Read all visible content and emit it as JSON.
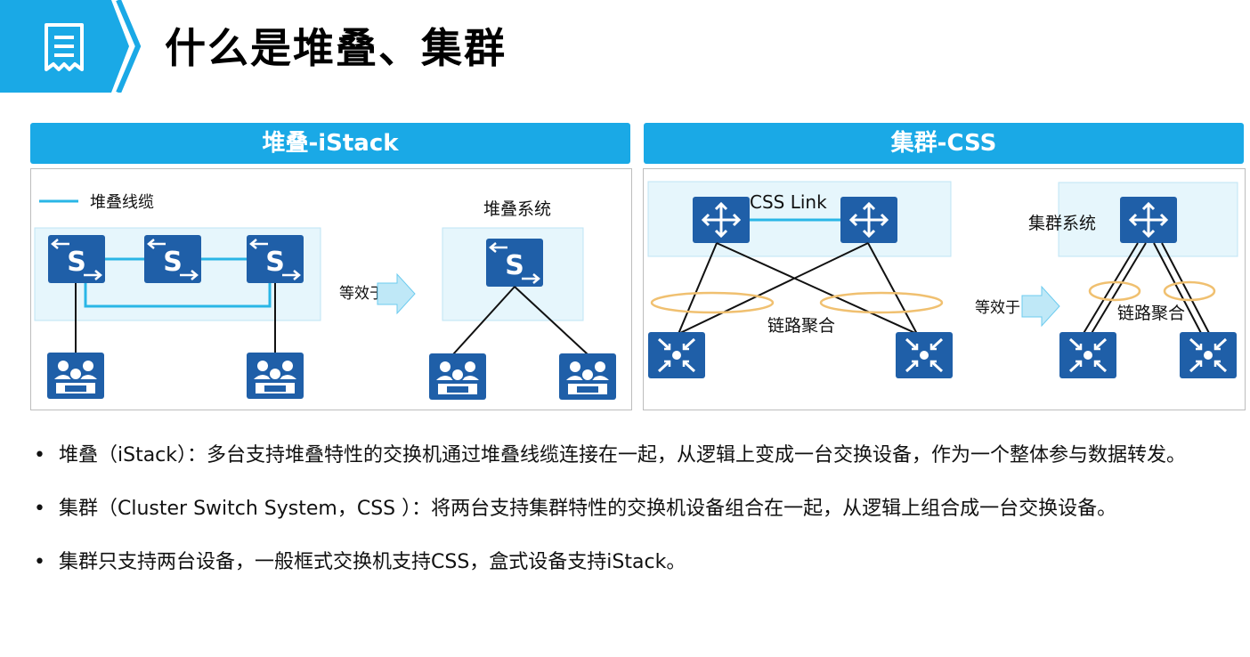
{
  "header": {
    "title": "什么是堆叠、集群"
  },
  "panels": {
    "istack": {
      "title": "堆叠-iStack",
      "legend": "堆叠线缆",
      "equivalent": "等效于",
      "system_label": "堆叠系统",
      "switch_letter": "S"
    },
    "css": {
      "title": "集群-CSS",
      "link_label": "CSS Link",
      "aggregation_label": "链路聚合",
      "equivalent": "等效于",
      "system_label": "集群系统",
      "aggregation_label_2": "链路聚合"
    }
  },
  "bullets": [
    "堆叠（iStack）：多台支持堆叠特性的交换机通过堆叠线缆连接在一起，从逻辑上变成一台交换设备，作为一个整体参与数据转发。",
    "集群（Cluster Switch System，CSS ）：将两台支持集群特性的交换机设备组合在一起，从逻辑上组合成一台交换设备。",
    "集群只支持两台设备，一般框式交换机支持CSS，盒式设备支持iStack。"
  ],
  "colors": {
    "accent": "#1aa9e6",
    "device": "#1f5fa8",
    "cable": "#29b6e6",
    "system_bg": "#e6f6fc",
    "aggregation_ring": "#f0c070"
  },
  "icons": [
    "document-icon",
    "chevron-right-icon",
    "stack-switch-icon",
    "core-router-icon",
    "aggregation-switch-icon",
    "user-group-icon",
    "arrow-right-icon"
  ]
}
